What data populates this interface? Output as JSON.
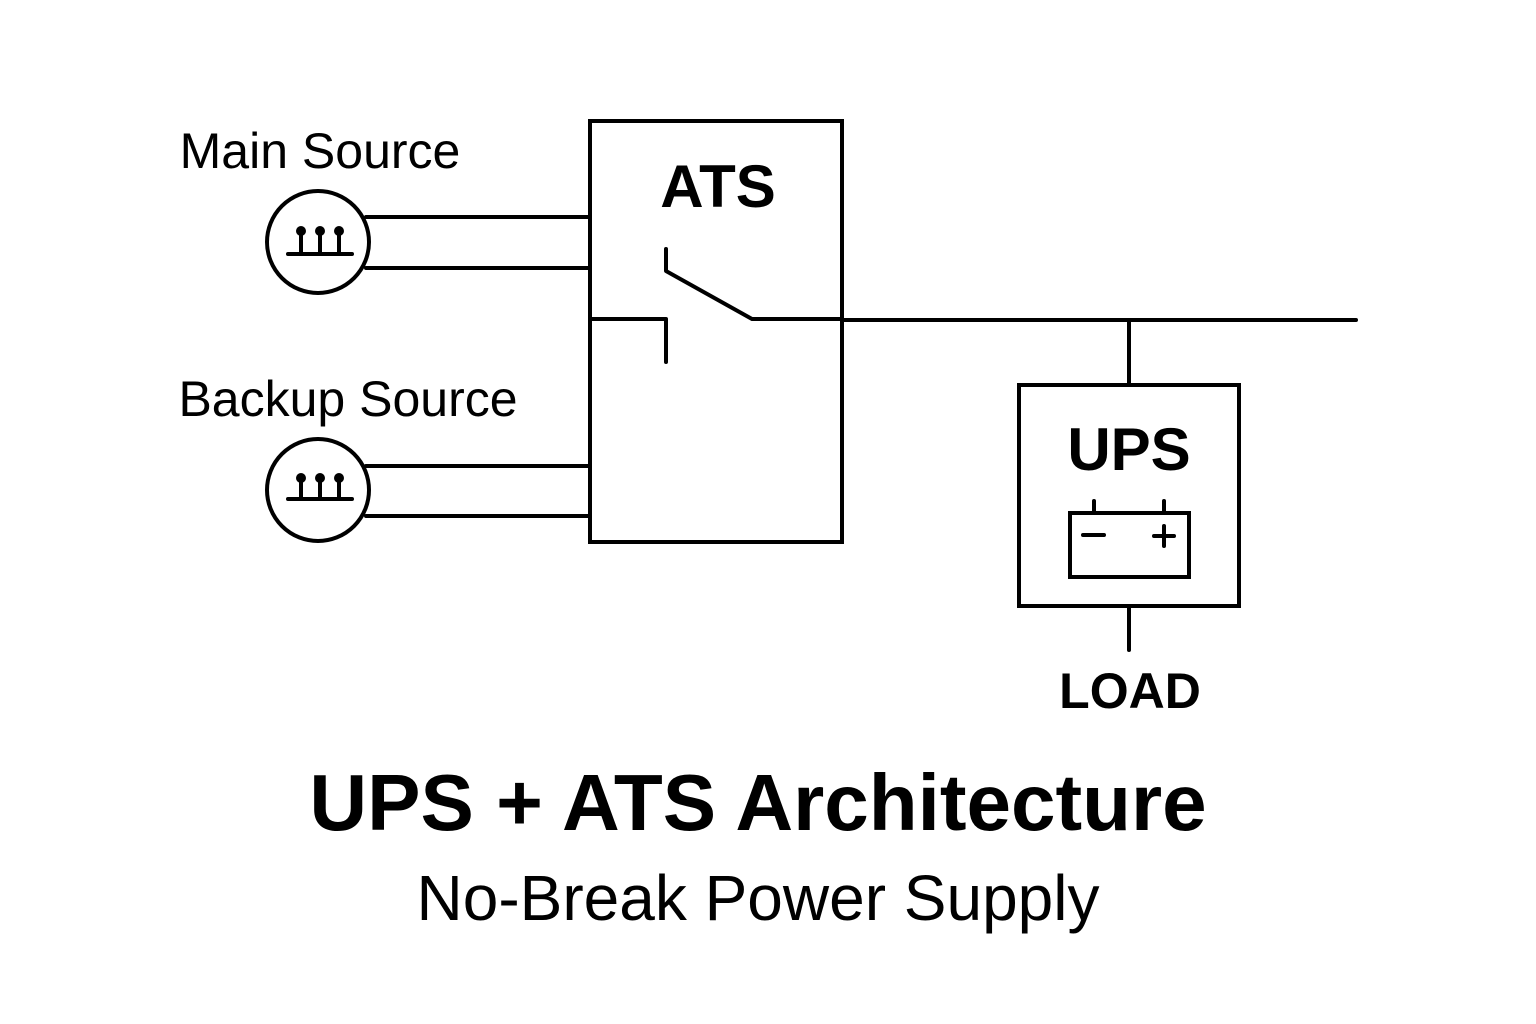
{
  "diagram": {
    "title": "UPS + ATS Architecture",
    "subtitle": "No-Break Power Supply",
    "sources": [
      {
        "id": "main",
        "label": "Main Source",
        "icon": "generator-icon"
      },
      {
        "id": "backup",
        "label": "Backup Source",
        "icon": "generator-icon"
      }
    ],
    "ats": {
      "label": "ATS",
      "switch_position": "main"
    },
    "ups": {
      "label": "UPS",
      "battery": {
        "negative": "−",
        "positive": "+"
      }
    },
    "load": {
      "label": "LOAD"
    },
    "connections": [
      {
        "from": "main",
        "to": "ats"
      },
      {
        "from": "backup",
        "to": "ats"
      },
      {
        "from": "ats",
        "to": "bus"
      },
      {
        "from": "bus",
        "to": "ups"
      },
      {
        "from": "ups",
        "to": "load"
      }
    ],
    "colors": {
      "stroke": "#000000",
      "background": "#ffffff"
    }
  }
}
